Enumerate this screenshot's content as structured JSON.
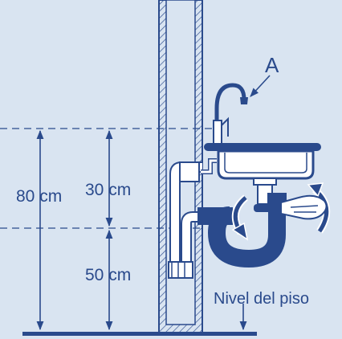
{
  "labels": {
    "callout_a": "A",
    "total_height": "80 cm",
    "upper_segment": "30 cm",
    "lower_segment": "50 cm",
    "floor_level": "Nivel del piso"
  },
  "colors": {
    "background": "#d9e4f1",
    "line": "#2a4a8c",
    "white": "#ffffff"
  },
  "icons": [
    "faucet-icon",
    "sink-icon",
    "trap-icon",
    "hand-icon",
    "rotate-arrow-icon"
  ]
}
